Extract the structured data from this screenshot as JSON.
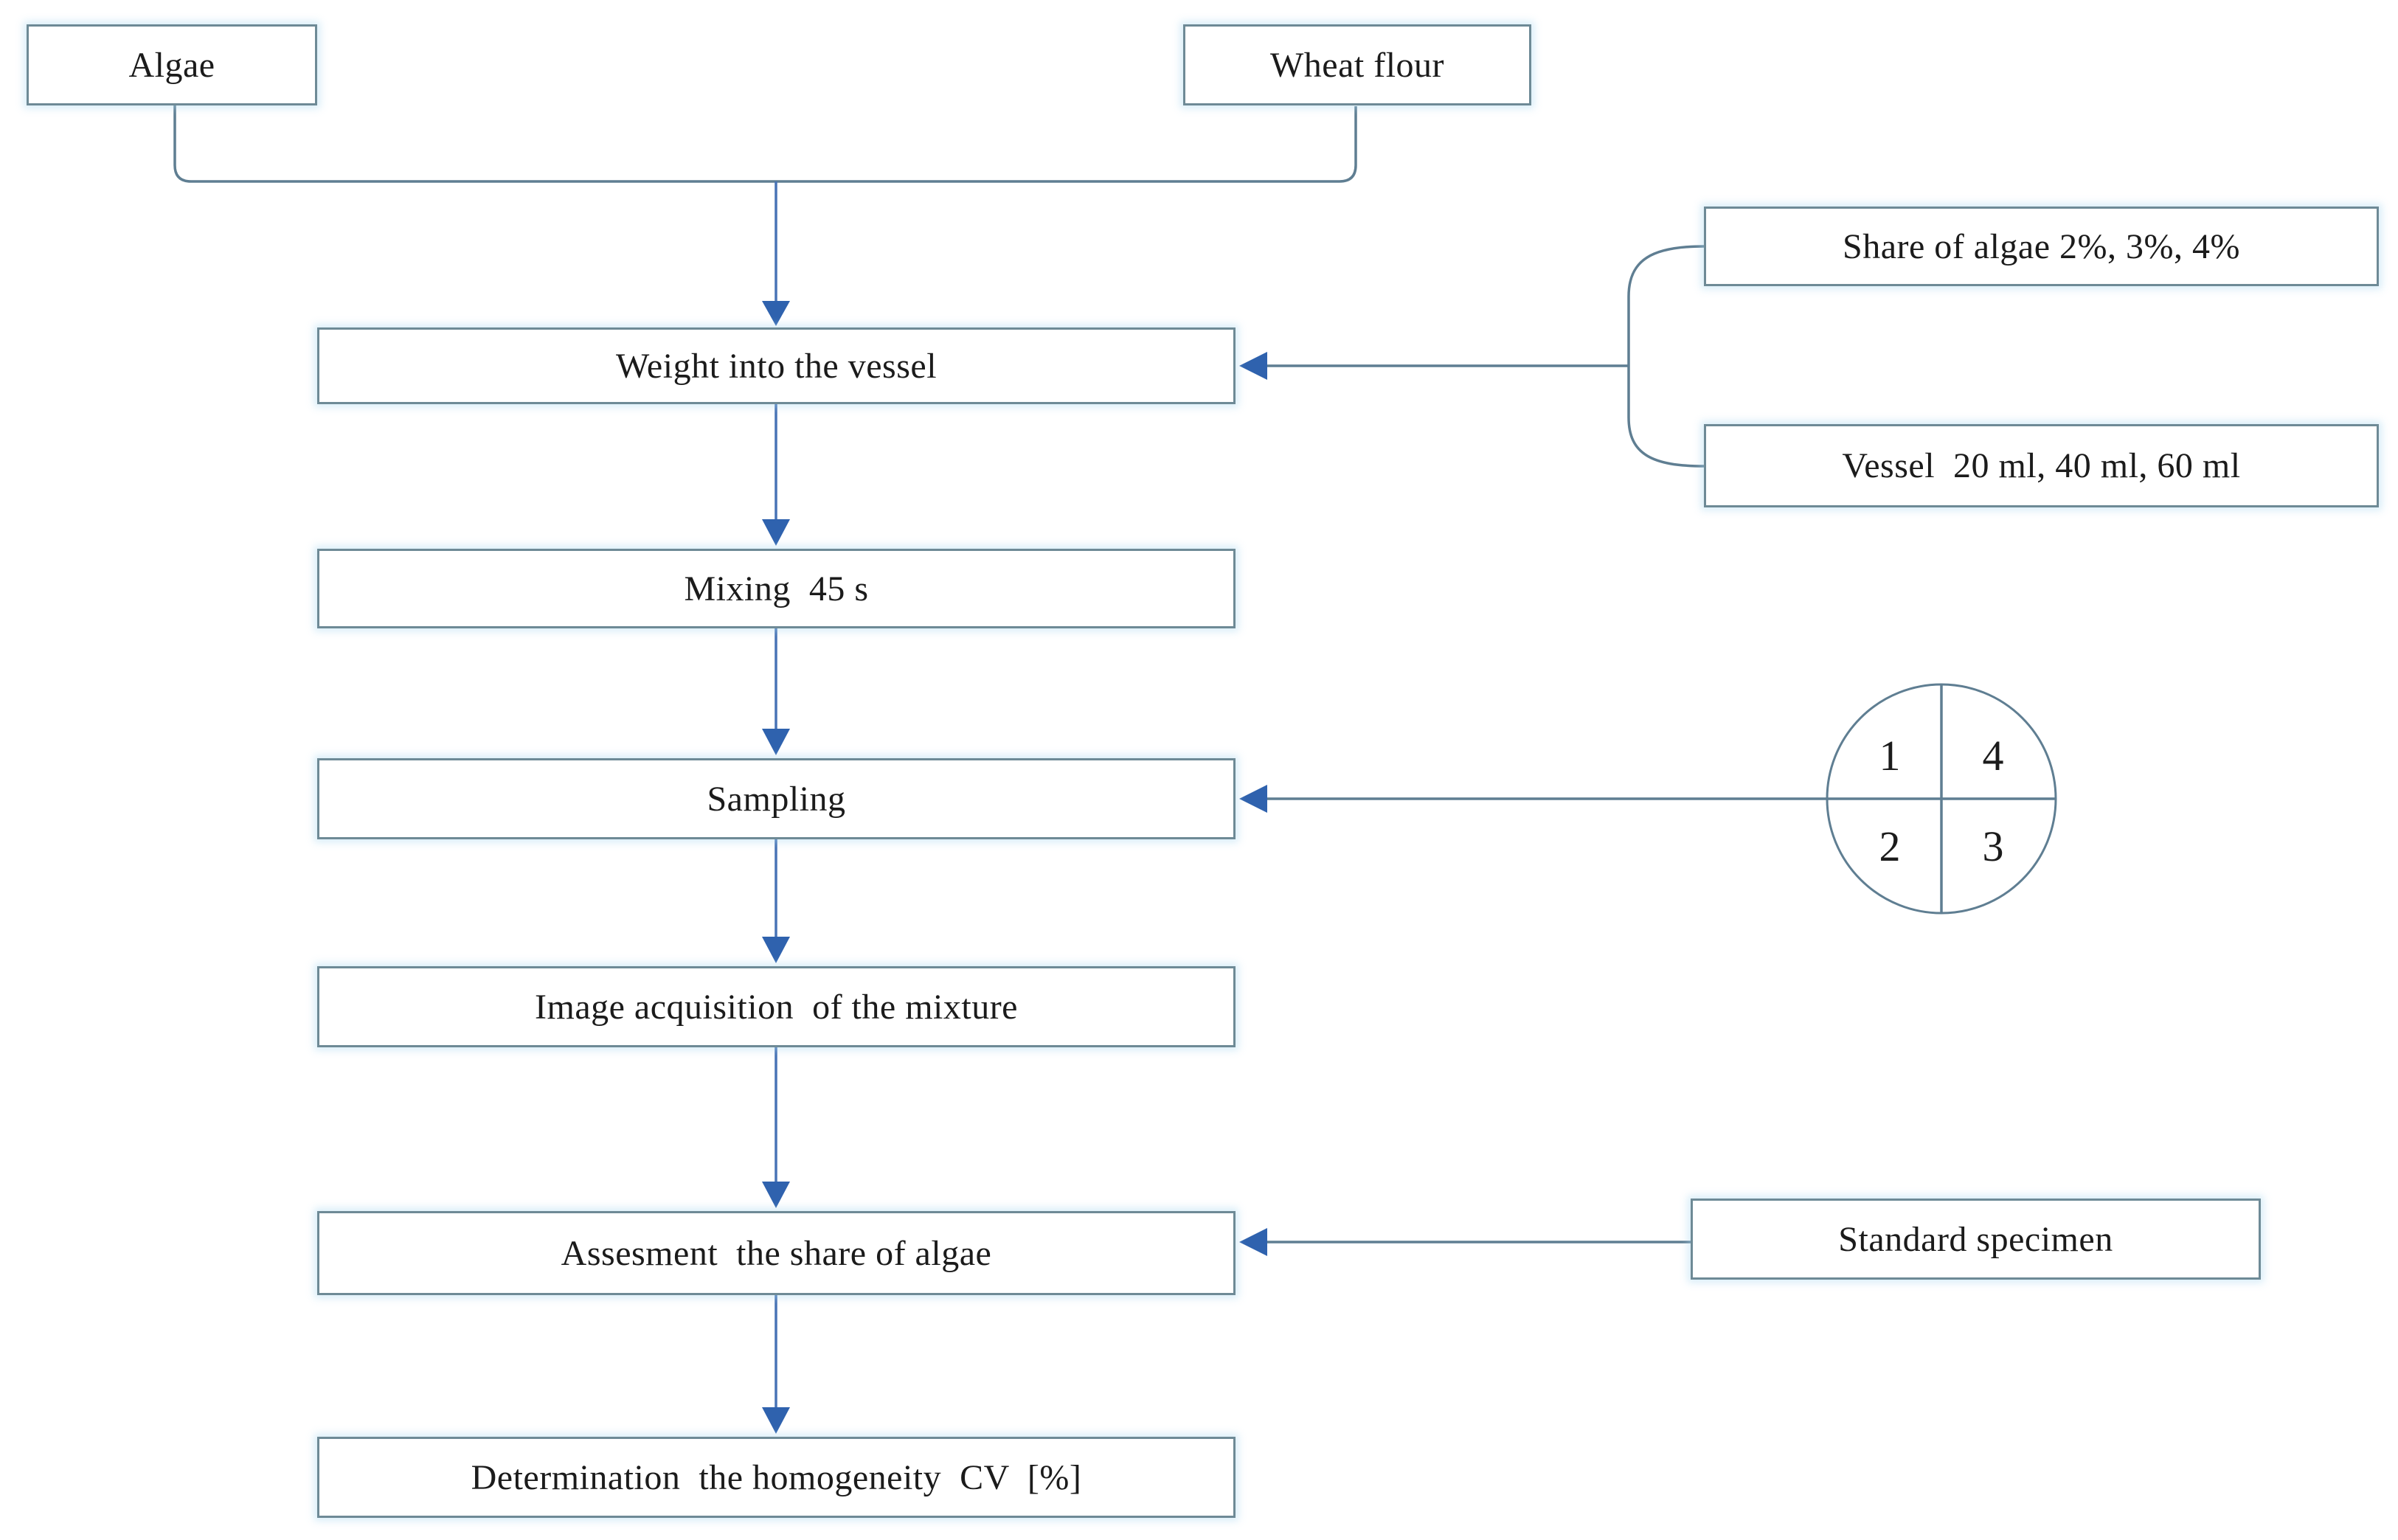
{
  "figure": {
    "colors": {
      "box_border": "#6e8a96",
      "connector": "#5f7e92",
      "arrow": "#2f62ae",
      "arrow_stem": "#4873b5",
      "halo": "rgba(168,216,240,.45)",
      "text": "#1b1b1b",
      "background": "#ffffff"
    }
  },
  "nodes": {
    "algae": {
      "label": "Algae"
    },
    "wheat_flour": {
      "label": "Wheat flour"
    },
    "weight_into_vessel": {
      "label": "Weight into the vessel"
    },
    "mixing": {
      "label": "Mixing  45 s"
    },
    "sampling": {
      "label": "Sampling"
    },
    "image_acquisition": {
      "label": "Image acquisition  of the mixture"
    },
    "assesment": {
      "label": "Assesment  the share of algae"
    },
    "determination": {
      "label": "Determination  the homogeneity  CV  [%]"
    },
    "share_of_algae": {
      "label": "Share of algae 2%, 3%, 4%"
    },
    "vessel_sizes": {
      "label": "Vessel  20 ml, 40 ml, 60 ml"
    },
    "standard_specimen": {
      "label": "Standard specimen"
    }
  },
  "sampling_circle": {
    "top_left": "1",
    "top_right": "4",
    "bottom_left": "2",
    "bottom_right": "3"
  }
}
